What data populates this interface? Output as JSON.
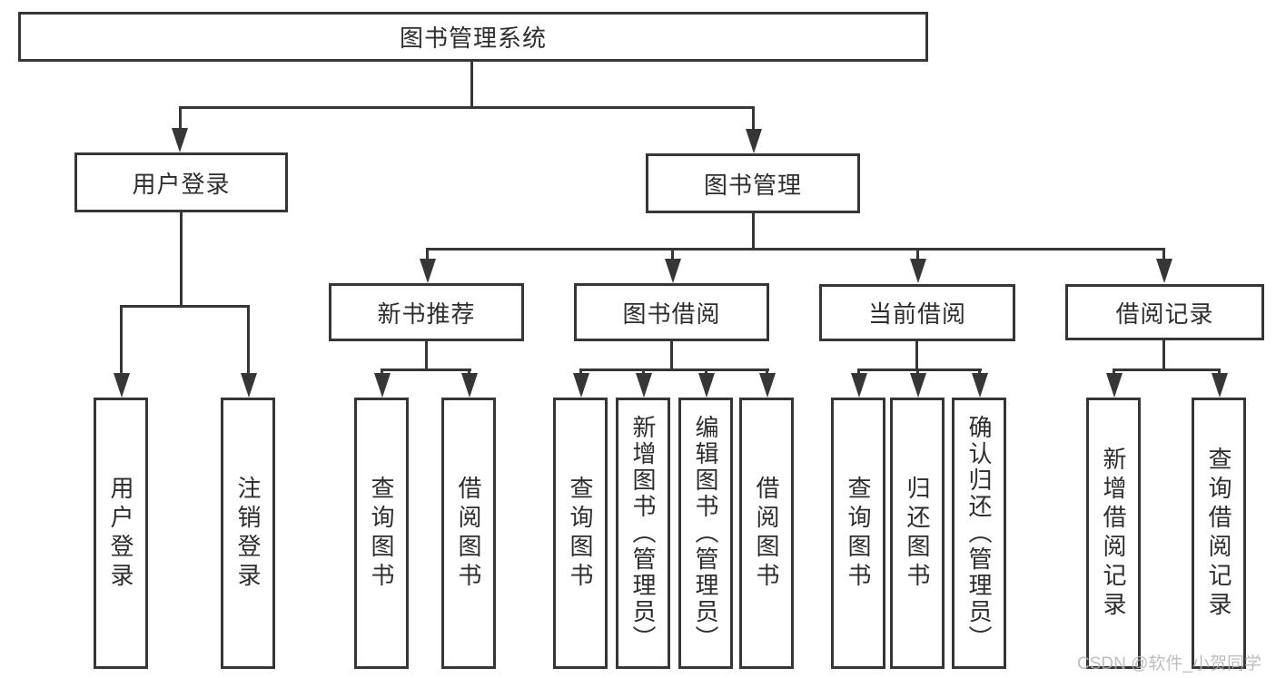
{
  "diagram": {
    "type": "tree",
    "title": "图书管理系统",
    "watermark": "CSDN @软件_小贺同学",
    "colors": {
      "line": "#363636",
      "text": "#2d2d2d",
      "background": "#ffffff",
      "watermark": "#b3b3b3"
    }
  },
  "nodes": {
    "root": {
      "label": "图书管理系统"
    },
    "user_login": {
      "label": "用户登录"
    },
    "book_management": {
      "label": "图书管理"
    },
    "new_book_recommend": {
      "label": "新书推荐"
    },
    "book_borrow": {
      "label": "图书借阅"
    },
    "current_borrow": {
      "label": "当前借阅"
    },
    "borrow_record": {
      "label": "借阅记录"
    },
    "leaf_user_login": {
      "label": "用户登录"
    },
    "leaf_logout": {
      "label": "注销登录"
    },
    "leaf_query_book_recommend": {
      "label": "查询图书"
    },
    "leaf_borrow_book_recommend": {
      "label": "借阅图书"
    },
    "leaf_query_book_borrow": {
      "label": "查询图书"
    },
    "leaf_add_book_admin": {
      "label": "新增图书（管理员）"
    },
    "leaf_edit_book_admin": {
      "label": "编辑图书（管理员）"
    },
    "leaf_borrow_book_borrow": {
      "label": "借阅图书"
    },
    "leaf_query_book_current": {
      "label": "查询图书"
    },
    "leaf_return_book": {
      "label": "归还图书"
    },
    "leaf_confirm_return_admin": {
      "label": "确认归还（管理员）"
    },
    "leaf_add_borrow_record": {
      "label": "新增借阅记录"
    },
    "leaf_query_borrow_record": {
      "label": "查询借阅记录"
    }
  },
  "tree": {
    "图书管理系统": {
      "用户登录": [
        "用户登录",
        "注销登录"
      ],
      "图书管理": {
        "新书推荐": [
          "查询图书",
          "借阅图书"
        ],
        "图书借阅": [
          "查询图书",
          "新增图书（管理员）",
          "编辑图书（管理员）",
          "借阅图书"
        ],
        "当前借阅": [
          "查询图书",
          "归还图书",
          "确认归还（管理员）"
        ],
        "借阅记录": [
          "新增借阅记录",
          "查询借阅记录"
        ]
      }
    }
  }
}
